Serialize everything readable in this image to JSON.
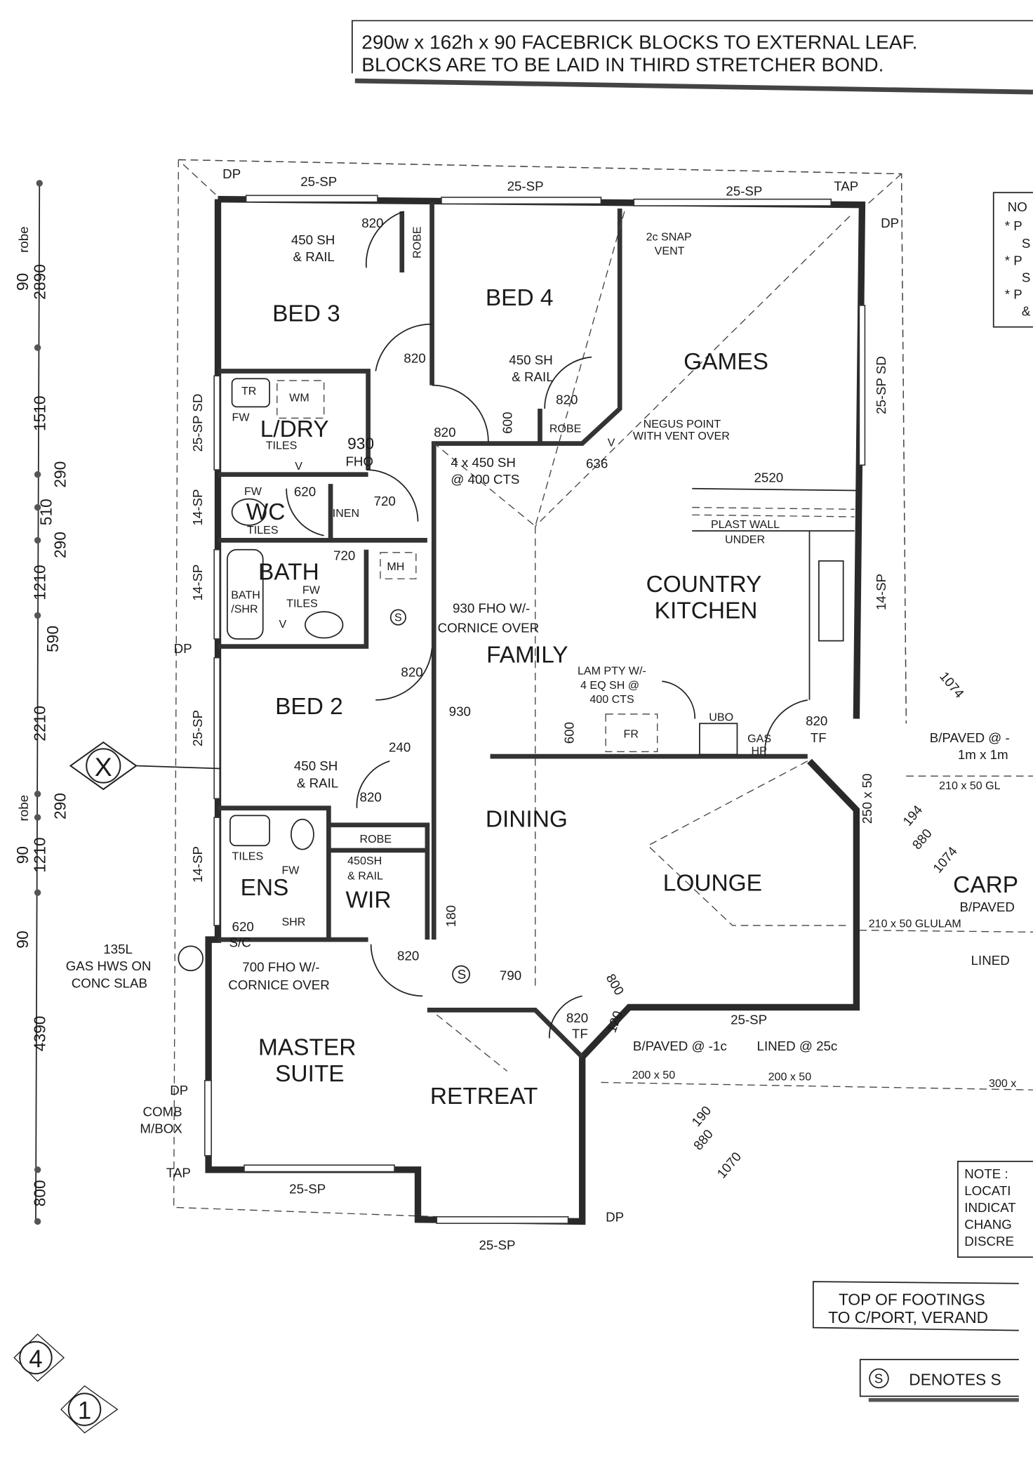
{
  "header_note": {
    "line1": "290w x 162h x 90 FACEBRICK BLOCKS TO EXTERNAL LEAF.",
    "line2": "BLOCKS ARE TO BE LAID IN THIRD STRETCHER BOND."
  },
  "rooms": {
    "bed3": "BED 3",
    "bed4": "BED 4",
    "games": "GAMES",
    "laundry": "L/DRY",
    "wc": "WC",
    "bath": "BATH",
    "country1": "COUNTRY",
    "country2": "KITCHEN",
    "family": "FAMILY",
    "bed2": "BED 2",
    "dining": "DINING",
    "lounge": "LOUNGE",
    "ens": "ENS",
    "wir": "WIR",
    "master1": "MASTER",
    "master2": "SUITE",
    "retreat": "RETREAT",
    "carport": "CARP"
  },
  "labels": {
    "dp": "DP",
    "tap": "TAP",
    "sp25": "25-SP",
    "sp14": "14-SP",
    "sp25sd": "25-SP SD",
    "d820": "820",
    "d620": "620",
    "d720": "720",
    "d930": "930",
    "d600": "600",
    "d636": "636",
    "d2520": "2520",
    "d240": "240",
    "d180": "180",
    "d790": "790",
    "d800": "800",
    "d120": "120",
    "sh450": "450 SH",
    "rail": "& RAIL",
    "robe": "ROBE",
    "snap1": "2c SNAP",
    "snap2": "VENT",
    "negus1": "NEGUS POINT",
    "negus2": "WITH VENT OVER",
    "tr": "TR",
    "wm": "WM",
    "fw": "FW",
    "tiles": "TILES",
    "v": "V",
    "fho": "FHO",
    "inen": "INEN",
    "sh4a": "4 x 450 SH",
    "sh4b": "@ 400 CTS",
    "plast1": "PLAST WALL",
    "plast2": "UNDER",
    "bathshr1": "BATH",
    "bathshr2": "/SHR",
    "mh": "MH",
    "s": "S",
    "fho930a": "930 FHO W/-",
    "fho930b": "CORNICE OVER",
    "lam1": "LAM PTY W/-",
    "lam2": "4 EQ SH @",
    "lam3": "400 CTS",
    "fr": "FR",
    "ubo": "UBO",
    "gas": "GAS",
    "hp": "HP",
    "tf": "TF",
    "sh450b": "450SH",
    "rail2": "& RAIL",
    "shr": "SHR",
    "sc": "S/C",
    "hws1": "135L",
    "hws2": "GAS HWS ON",
    "hws3": "CONC SLAB",
    "fho700a": "700 FHO W/-",
    "fho700b": "CORNICE OVER",
    "comb1": "COMB",
    "comb2": "M/BOX",
    "bpaved1": "B/PAVED @ -1c",
    "lined25": "LINED @ 25c",
    "b200": "200 x 50",
    "c300": "300 x",
    "bpaved2": "B/PAVED @ -",
    "bpaved3": "1m x 1m",
    "gl": "210 x 50 GL",
    "glulam": "210 x 50 GLULAM",
    "bpavedc": "B/PAVED",
    "lined": "LINED",
    "p250": "250 x 50",
    "d1074": "1074",
    "d194": "194",
    "d880": "880",
    "d190": "190",
    "d1070": "1070",
    "x": "X"
  },
  "left_dims": {
    "robe": "robe",
    "n90": "90",
    "n2890": "2890",
    "n1510": "1510",
    "n290": "290",
    "n510": "510",
    "n1210": "1210",
    "n590": "590",
    "n2210": "2210",
    "n4390": "4390",
    "n800": "800"
  },
  "notes_box": {
    "title": "NO",
    "l1": "* P",
    "l2": "S",
    "l3": "* P",
    "l4": "S",
    "l5": "* P",
    "l6": "&"
  },
  "note_box": {
    "l1": "NOTE :",
    "l2": "LOCATI",
    "l3": "INDICAT",
    "l4": "CHANG",
    "l5": "DISCRE"
  },
  "footings_box": {
    "l1": "TOP OF FOOTINGS",
    "l2": "TO C/PORT, VERAND"
  },
  "denotes_box": {
    "symbol": "S",
    "text": "DENOTES S"
  },
  "sheet_marks": {
    "a": "4",
    "b": "1"
  }
}
